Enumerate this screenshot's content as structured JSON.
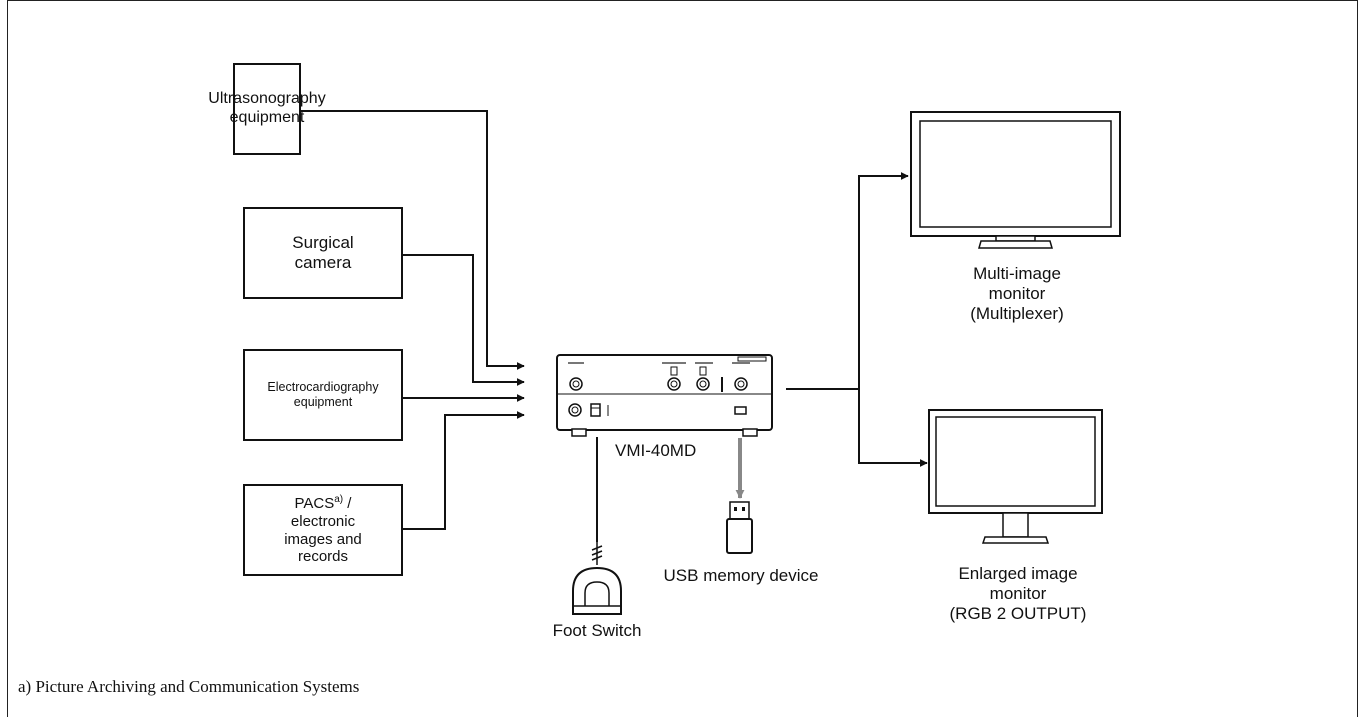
{
  "sources": {
    "ultrasound": "Ultrasonography\nequipment",
    "surgical_camera": "Surgical\ncamera",
    "ecg": "Electrocardiography\nequipment",
    "pacs_name": "PACS",
    "pacs_footnote_mark": "a)",
    "pacs_rest": " /\nelectronic\nimages and\nrecords"
  },
  "device": {
    "name": "VMI-40MD"
  },
  "peripherals": {
    "foot_switch": "Foot Switch",
    "usb": "USB memory device"
  },
  "monitors": {
    "multi": "Multi-image\nmonitor\n(Multiplexer)",
    "enlarged": "Enlarged image\nmonitor\n(RGB 2 OUTPUT)"
  },
  "footnote": "a)  Picture Archiving and Communication Systems"
}
